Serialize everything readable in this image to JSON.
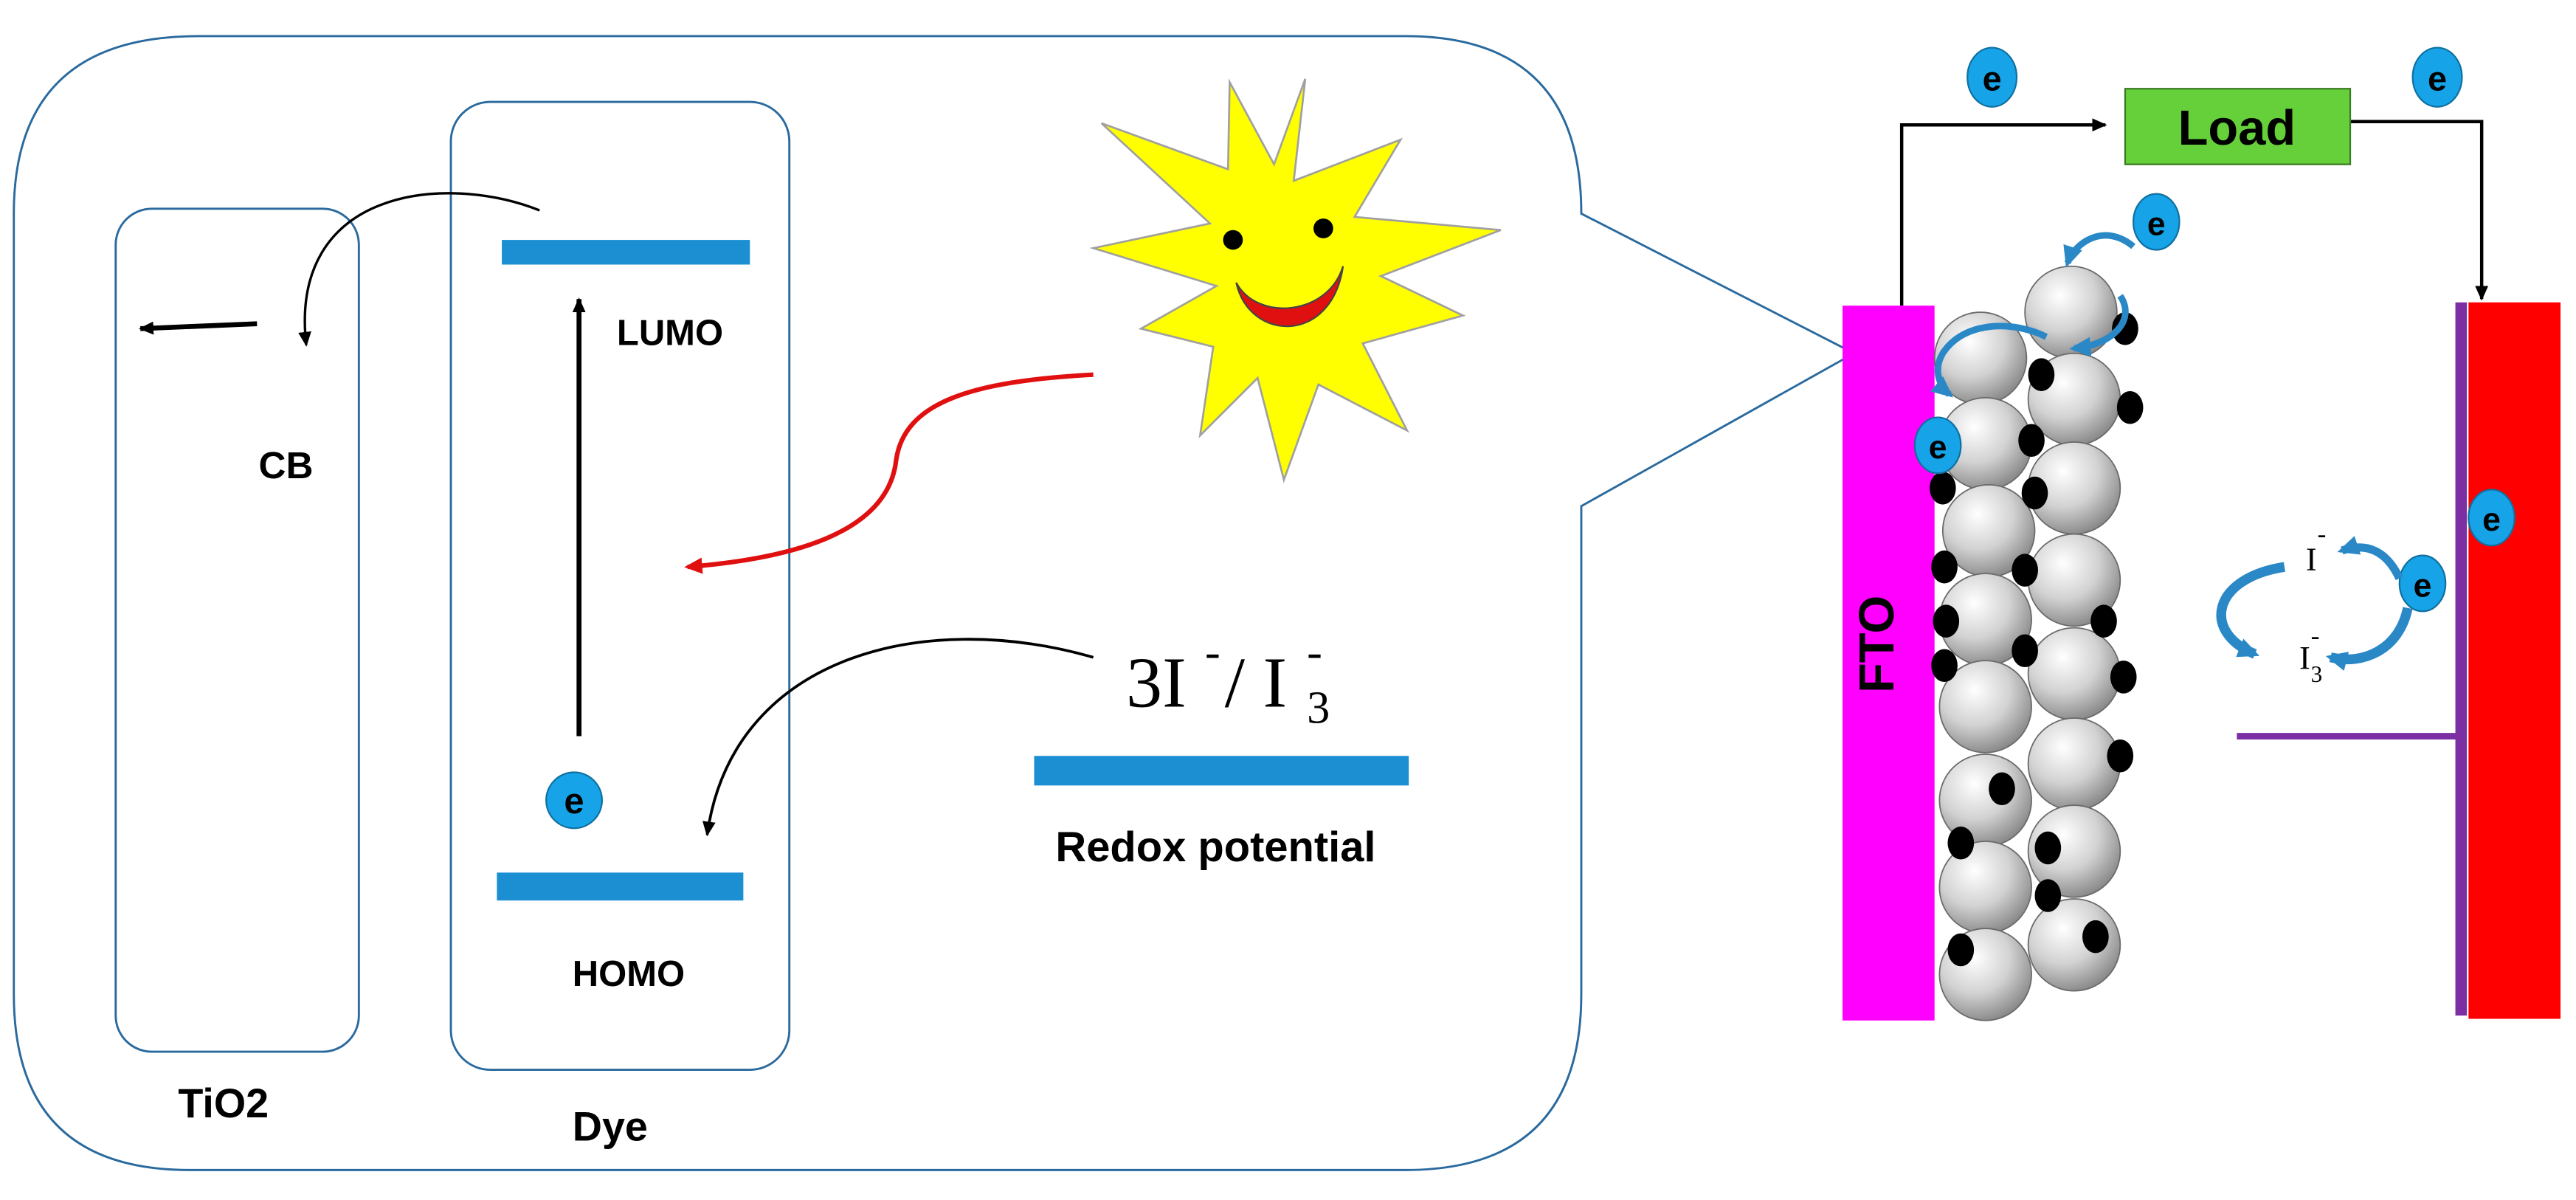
{
  "labels": {
    "tio2": "TiO2",
    "dye": "Dye",
    "cb": "CB",
    "lumo": "LUMO",
    "homo": "HOMO",
    "redox_main": "3I",
    "redox_sup_a": "-",
    "redox_slash": "/ I",
    "redox_sub": "3",
    "redox_sup_b": "-",
    "redox_caption": "Redox potential",
    "load": "Load",
    "fto": "FTO",
    "electron": "e",
    "iodide": "I",
    "iodide_charge": "-",
    "triiodide": "I",
    "triiodide_sub": "3",
    "triiodide_charge": "-"
  },
  "colors": {
    "outline_blue": "#2a6a9e",
    "level_blue": "#1b8fd2",
    "electron_fill": "#17a3e8",
    "red_arrow": "#e01010",
    "sun_yellow": "#ffff00",
    "sun_outline": "#a0a0a0",
    "mouth_red": "#e01010",
    "load_green": "#66d03a",
    "fto_magenta": "#ff00ff",
    "counter_red": "#ff0000",
    "purple": "#7b2fa3",
    "particle_grey": "#d9d9d9",
    "dye_black": "#000000",
    "swirl_blue": "#2a88c7"
  }
}
